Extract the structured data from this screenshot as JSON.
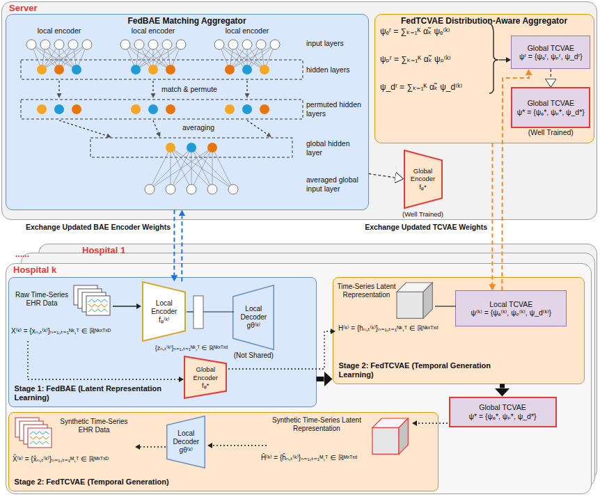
{
  "diagram": {
    "nodes": [
      {
        "text": [
          "Server"
        ]
      },
      {
        "text": [
          "FedBAE Matching Aggregator"
        ],
        "in": 0
      },
      {
        "text": [
          "Global Encoder",
          "fᵩ*",
          "(Well Trained)"
        ],
        "in": 0
      },
      {
        "text": [
          "FedTCVAE Distribution-Aware Aggregator"
        ],
        "in": 0
      },
      {
        "text": [
          "Global TCVAE",
          "ψʳ = {ψₑʳ, ψₚʳ, ψ_dʳ}"
        ],
        "in": 3
      },
      {
        "text": [
          "Global TCVAE",
          "ψ* = {ψₑ*, ψₚ*, ψ_d*}",
          "(Well Trained)"
        ],
        "in": 3
      },
      {
        "text": [
          "Hospital 1"
        ]
      },
      {
        "text": [
          "Hospital k"
        ]
      },
      {
        "text": [
          "Stage 1: FedBAE (Latent Representation Learning)"
        ],
        "in": 7
      },
      {
        "text": [
          "Local Encoder",
          "fᵩ⁽ᵏ⁾"
        ],
        "in": 8
      },
      {
        "text": [
          "Local Decoder",
          "gθ⁽ᵏ⁾",
          "(Not Shared)"
        ],
        "in": 8
      },
      {
        "text": [
          "Global Encoder",
          "fᵩ*"
        ],
        "in": 8
      },
      {
        "text": [
          "Stage 2: FedTCVAE (Temporal Generation Learning)"
        ],
        "in": 7
      },
      {
        "text": [
          "Local TCVAE",
          "ψ⁽ᵏ⁾ = {ψₑ⁽ᵏ⁾, ψₚ⁽ᵏ⁾, ψ_d⁽ᵏ⁾}"
        ],
        "in": 12
      },
      {
        "text": [
          "Global TCVAE",
          "ψ* = {ψₑ*, ψₚ*, ψ_d*}"
        ],
        "in": 7
      },
      {
        "text": [
          "Stage 2: FedTCVAE (Temporal Generation)"
        ],
        "in": 7
      },
      {
        "text": [
          "Local Decoder",
          "gθ⁽ᵏ⁾"
        ],
        "in": 15
      }
    ],
    "edges": [
      {
        "from": 1,
        "to": 9,
        "arrow": "to"
      },
      {
        "from": 9,
        "to": 1,
        "arrow": "to"
      },
      {
        "from": 1,
        "to": 2,
        "arrow": "to"
      },
      {
        "from": 13,
        "to": 4,
        "arrow": "to"
      },
      {
        "from": 3,
        "to": 13,
        "arrow": "to"
      },
      {
        "from": 4,
        "to": 5,
        "arrow": "to"
      },
      {
        "from": 8,
        "to": 12,
        "arrow": "to"
      },
      {
        "from": 12,
        "to": 14,
        "arrow": "to"
      }
    ],
    "labels": [
      "local encoder",
      "local encoder",
      "local encoder",
      "input layers",
      "hidden layers",
      "match & permute",
      "permuted hidden layers",
      "averaging",
      "global hidden layer",
      "averaged global input layer",
      "ψₑʳ = ∑ₖ₌₁ᴷ α̃ₖ ψₑ⁽ᵏ⁾",
      "ψₚʳ = ∑ₖ₌₁ᴷ α̃ₖ ψₚ⁽ᵏ⁾",
      "ψ_dʳ = ∑ₖ₌₁ᴷ α̃ₖ ψ_d⁽ᵏ⁾",
      "Exchange Updated BAE Encoder Weights",
      "Exchange Updated TCVAE Weights",
      "......",
      "Raw Time-Series EHR Data",
      "X⁽ᵏ⁾ = {xₙ,ₜ⁽ᵏ⁾}ₙ₌₁,ₜ₌₁ᴺᵏ,ᵀ ∈ ℝᴺᵏˣᵀˣᴰ",
      "{zₙ,ₜ⁽ᵏ⁾}ₙ₌₁,ₜ₌₁ᴺᵏ,ᵀ ∈ ℝᴺᵏˣᵀˣᵈ",
      "Time-Series Latent Representation",
      "H⁽ᵏ⁾ = {hₙ,ₜ⁽ᵏ⁾}ₙ₌₁,ₜ₌₁ᴺᵏ,ᵀ ∈ ℝᴺᵏˣᵀˣᵈ",
      "Synthetic Time-Series EHR Data",
      "X̂⁽ᵏ⁾ = {x̂ₙ,ₜ⁽ᵏ⁾}ₙ₌₁,ₜ₌₁ᴹ,ᵀ ∈ ℝᴹˣᵀˣᴰ",
      "Synthetic Time-Series Latent Representation",
      "Ĥ⁽ᵏ⁾ = {ĥₙ,ₜ⁽ᵏ⁾}ₙ₌₁,ₜ₌₁ᴹ,ᵀ ∈ ℝᴹˣᵀˣᵈ"
    ]
  }
}
